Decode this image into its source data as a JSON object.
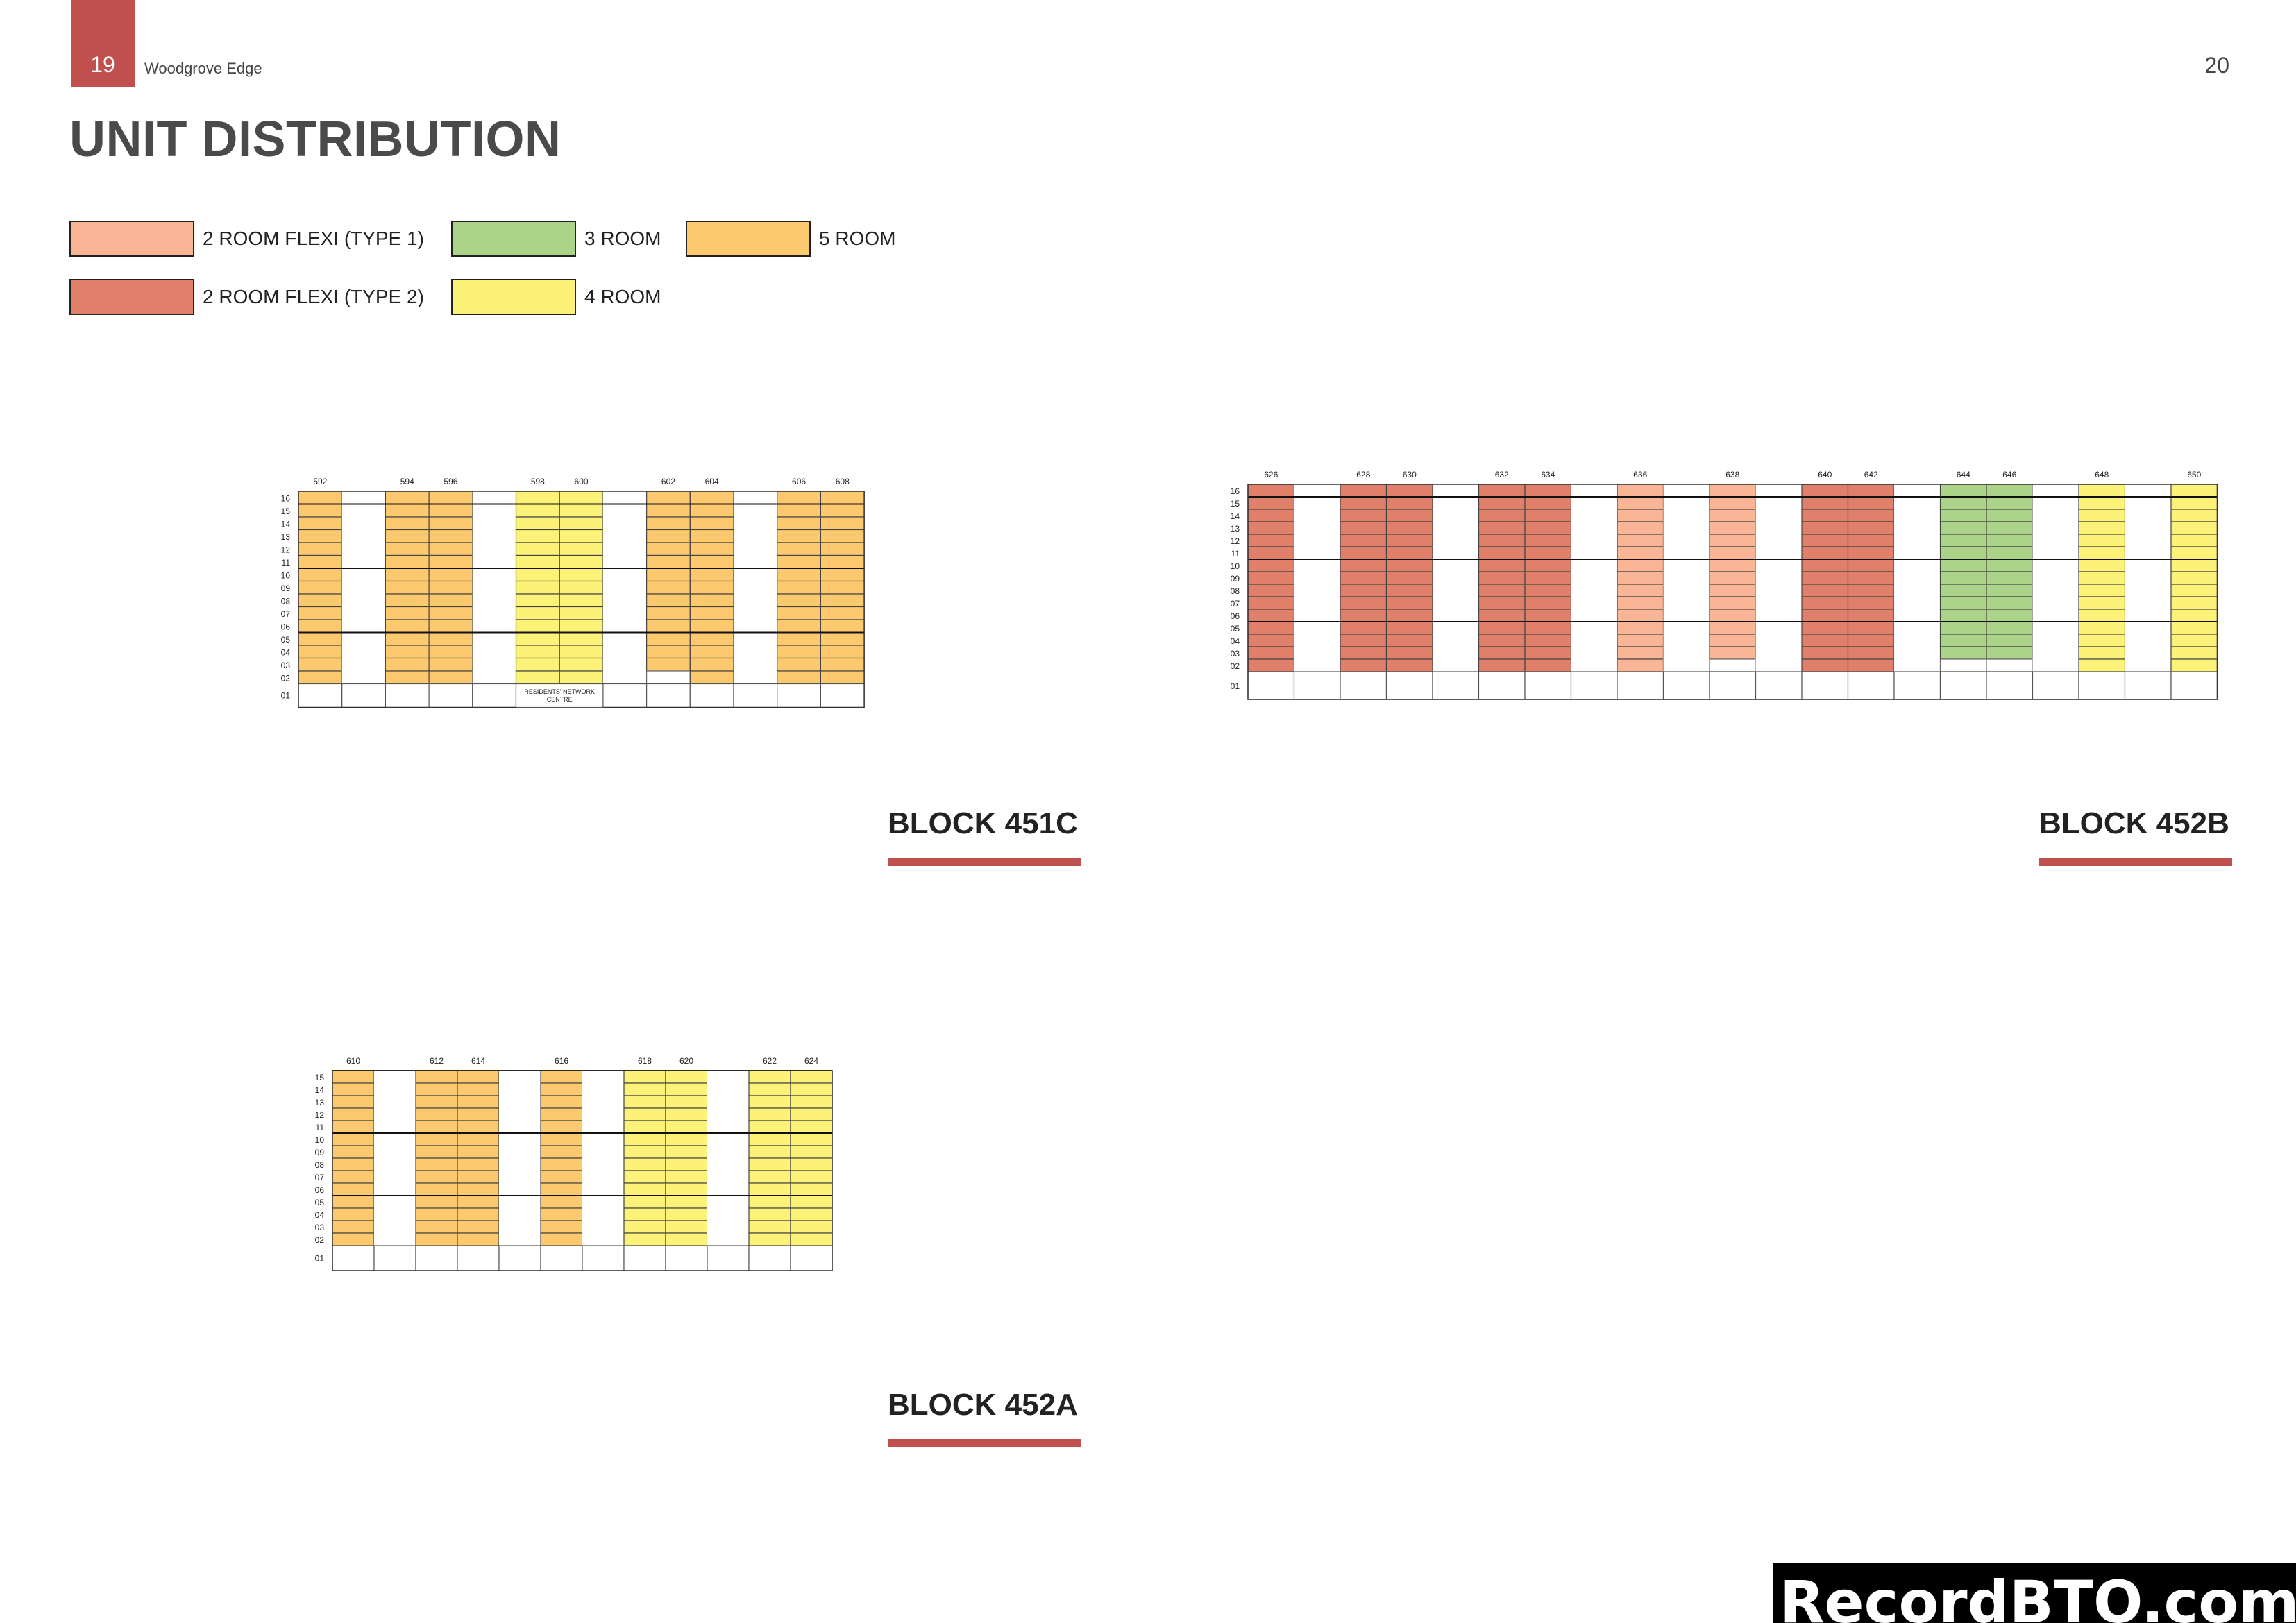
{
  "header": {
    "page_left": "19",
    "doc_name": "Woodgrove Edge",
    "page_right": "20"
  },
  "title": "UNIT DISTRIBUTION",
  "legend": [
    {
      "key": "f1",
      "label": "2 ROOM FLEXI (TYPE 1)",
      "color": "#f9b596"
    },
    {
      "key": "f2",
      "label": "2 ROOM FLEXI (TYPE 2)",
      "color": "#e0806b"
    },
    {
      "key": "r3",
      "label": "3 ROOM",
      "color": "#acd488"
    },
    {
      "key": "r4",
      "label": "4 ROOM",
      "color": "#fdf278"
    },
    {
      "key": "r5",
      "label": "5 ROOM",
      "color": "#fdc96f"
    }
  ],
  "colors": {
    "accent": "#c0504d",
    "f1": "#f9b596",
    "f2": "#e0806b",
    "r3": "#acd488",
    "r4": "#fdf278",
    "r5": "#fdc96f"
  },
  "blocks": [
    {
      "name": "BLOCK 451C",
      "floors": [
        "16",
        "15",
        "14",
        "13",
        "12",
        "11",
        "10",
        "09",
        "08",
        "07",
        "06",
        "05",
        "04",
        "03",
        "02",
        "01"
      ],
      "ground_note": "RESIDENTS' NETWORK CENTRE",
      "columns": [
        {
          "unit": "592",
          "type": "r5",
          "start": 2
        },
        {
          "unit": "",
          "type": "void"
        },
        {
          "unit": "594",
          "type": "r5",
          "start": 2
        },
        {
          "unit": "596",
          "type": "r5",
          "start": 2
        },
        {
          "unit": "",
          "type": "void"
        },
        {
          "unit": "598",
          "type": "r4",
          "start": 2
        },
        {
          "unit": "600",
          "type": "r4",
          "start": 2
        },
        {
          "unit": "",
          "type": "void"
        },
        {
          "unit": "602",
          "type": "r5",
          "start": 3
        },
        {
          "unit": "604",
          "type": "r5",
          "start": 2
        },
        {
          "unit": "",
          "type": "void"
        },
        {
          "unit": "606",
          "type": "r5",
          "start": 2
        },
        {
          "unit": "608",
          "type": "r5",
          "start": 2
        }
      ]
    },
    {
      "name": "BLOCK 452B",
      "floors": [
        "16",
        "15",
        "14",
        "13",
        "12",
        "11",
        "10",
        "09",
        "08",
        "07",
        "06",
        "05",
        "04",
        "03",
        "02",
        "01"
      ],
      "columns": [
        {
          "unit": "626",
          "type": "f2",
          "start": 2
        },
        {
          "unit": "",
          "type": "void"
        },
        {
          "unit": "628",
          "type": "f2",
          "start": 2
        },
        {
          "unit": "630",
          "type": "f2",
          "start": 2
        },
        {
          "unit": "",
          "type": "void"
        },
        {
          "unit": "632",
          "type": "f2",
          "start": 2
        },
        {
          "unit": "634",
          "type": "f2",
          "start": 2
        },
        {
          "unit": "",
          "type": "void"
        },
        {
          "unit": "636",
          "type": "f1",
          "start": 2
        },
        {
          "unit": "",
          "type": "void"
        },
        {
          "unit": "638",
          "type": "f1",
          "start": 3
        },
        {
          "unit": "",
          "type": "void"
        },
        {
          "unit": "640",
          "type": "f2",
          "start": 2
        },
        {
          "unit": "642",
          "type": "f2",
          "start": 2
        },
        {
          "unit": "",
          "type": "void"
        },
        {
          "unit": "644",
          "type": "r3",
          "start": 3
        },
        {
          "unit": "646",
          "type": "r3",
          "start": 3
        },
        {
          "unit": "",
          "type": "void"
        },
        {
          "unit": "648",
          "type": "r4",
          "start": 2
        },
        {
          "unit": "",
          "type": "void"
        },
        {
          "unit": "650",
          "type": "r4",
          "start": 2
        }
      ]
    },
    {
      "name": "BLOCK 452A",
      "floors": [
        "15",
        "14",
        "13",
        "12",
        "11",
        "10",
        "09",
        "08",
        "07",
        "06",
        "05",
        "04",
        "03",
        "02",
        "01"
      ],
      "columns": [
        {
          "unit": "610",
          "type": "r5",
          "start": 2
        },
        {
          "unit": "",
          "type": "void"
        },
        {
          "unit": "612",
          "type": "r5",
          "start": 2
        },
        {
          "unit": "614",
          "type": "r5",
          "start": 2
        },
        {
          "unit": "",
          "type": "void"
        },
        {
          "unit": "616",
          "type": "r5",
          "start": 2
        },
        {
          "unit": "",
          "type": "void"
        },
        {
          "unit": "618",
          "type": "r4",
          "start": 2
        },
        {
          "unit": "620",
          "type": "r4",
          "start": 2
        },
        {
          "unit": "",
          "type": "void"
        },
        {
          "unit": "622",
          "type": "r4",
          "start": 2
        },
        {
          "unit": "624",
          "type": "r4",
          "start": 2
        }
      ]
    }
  ],
  "watermark": "RecordBTO.com"
}
